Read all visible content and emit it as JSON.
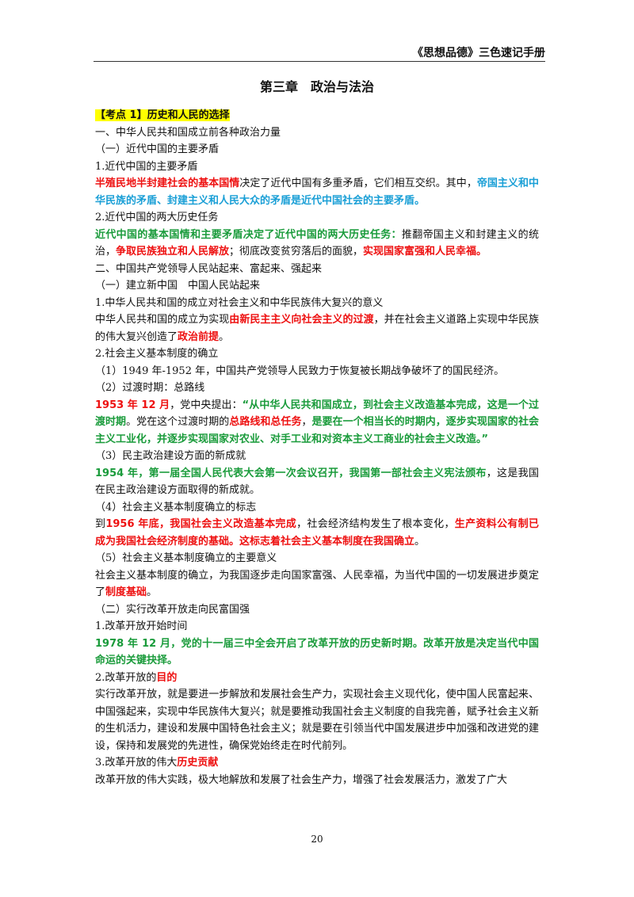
{
  "header": {
    "title": "《思想品德》三色速记手册"
  },
  "chapter_title": "第三章　政治与法治",
  "colors": {
    "red": "#ee1111",
    "green": "#1a9b3b",
    "cyan": "#1a9fd6",
    "highlight": "#ffff00"
  },
  "lines": [
    [
      {
        "t": "【考点 1】历史和人民的选择",
        "s": "b hl"
      }
    ],
    [
      {
        "t": "一、中华人民共和国成立前各种政治力量",
        "s": ""
      }
    ],
    [
      {
        "t": "（一）近代中国的主要矛盾",
        "s": ""
      }
    ],
    [
      {
        "t": "1.近代中国的主要矛盾",
        "s": ""
      }
    ],
    [
      {
        "t": "半殖民地半封建社会的基本国情",
        "s": "r"
      },
      {
        "t": "决定了近代中国有多重矛盾，它们相互交织。其中，",
        "s": ""
      },
      {
        "t": "帝国主义和中华民族的矛盾、封建主义和人民大众的矛盾是近代中国社会的主要矛盾。",
        "s": "c"
      }
    ],
    [
      {
        "t": "2.近代中国的两大历史任务",
        "s": ""
      }
    ],
    [
      {
        "t": "近代中国的基本国情和主要矛盾决定了近代中国的两大历史任务：",
        "s": "g"
      },
      {
        "t": "推翻帝国主义和封建主义的统治，",
        "s": ""
      },
      {
        "t": "争取民族独立和人民解放",
        "s": "r"
      },
      {
        "t": "；彻底改变贫穷落后的面貌，",
        "s": ""
      },
      {
        "t": "实现国家富强和人民幸福。",
        "s": "r"
      }
    ],
    [
      {
        "t": "二、中国共产党领导人民站起来、富起来、强起来",
        "s": ""
      }
    ],
    [
      {
        "t": "（一）建立新中国　中国人民站起来",
        "s": ""
      }
    ],
    [
      {
        "t": "1.中华人民共和国的成立对社会主义和中华民族伟大复兴的意义",
        "s": ""
      }
    ],
    [
      {
        "t": "中华人民共和国的成立为实现",
        "s": ""
      },
      {
        "t": "由新民主主义向社会主义的过渡",
        "s": "r"
      },
      {
        "t": "，并在社会主义道路上实现中华民族的伟大复兴创造了",
        "s": ""
      },
      {
        "t": "政治前提",
        "s": "r"
      },
      {
        "t": "。",
        "s": ""
      }
    ],
    [
      {
        "t": "2.社会主义基本制度的确立",
        "s": ""
      }
    ],
    [
      {
        "t": "（1）1949 年-1952 年，中国共产党领导人民致力于恢复被长期战争破坏了的国民经济。",
        "s": ""
      }
    ],
    [
      {
        "t": "（2）过渡时期：总路线",
        "s": ""
      }
    ],
    [
      {
        "t": "1953 年 12 月",
        "s": "r"
      },
      {
        "t": "，党中央提出：",
        "s": ""
      },
      {
        "t": "“从中华人民共和国成立，到社会主义改造基本完成，这是一个过渡时期",
        "s": "g"
      },
      {
        "t": "。党在这个过渡时期的",
        "s": ""
      },
      {
        "t": "总路线和总任务",
        "s": "r"
      },
      {
        "t": "，",
        "s": ""
      },
      {
        "t": "是要在一个相当长的时期内，逐步实现国家的社会主义工业化，并逐步实现国家对农业、对手工业和对资本主义工商业的社会主义改造。”",
        "s": "g"
      }
    ],
    [
      {
        "t": "（3）民主政治建设方面的新成就",
        "s": ""
      }
    ],
    [
      {
        "t": "1954 年，第一届全国人民代表大会第一次会议召开，我国第一部社会主义宪法颁布",
        "s": "g"
      },
      {
        "t": "，这是我国在民主政治建设方面取得的新成就。",
        "s": ""
      }
    ],
    [
      {
        "t": "（4）社会主义基本制度确立的标志",
        "s": ""
      }
    ],
    [
      {
        "t": "到",
        "s": ""
      },
      {
        "t": "1956 年底，我国社会主义改造基本完成",
        "s": "r"
      },
      {
        "t": "，社会经济结构发生了根本变化，",
        "s": ""
      },
      {
        "t": "生产资料公有制已成为我国社会经济制度的基础。这标志着社会主义基本制度在我国确立",
        "s": "r"
      },
      {
        "t": "。",
        "s": ""
      }
    ],
    [
      {
        "t": "（5）社会主义基本制度确立的主要意义",
        "s": ""
      }
    ],
    [
      {
        "t": "社会主义基本制度的确立，为我国逐步走向国家富强、人民幸福，为当代中国的一切发展进步奠定了",
        "s": ""
      },
      {
        "t": "制度基础",
        "s": "r"
      },
      {
        "t": "。",
        "s": ""
      }
    ],
    [
      {
        "t": "（二）实行改革开放走向民富国强",
        "s": ""
      }
    ],
    [
      {
        "t": "1.改革开放开始时间",
        "s": ""
      }
    ],
    [
      {
        "t": "1978 年 12 月，党的十一届三中全会开启了改革开放的历史新时期。改革开放是决定当代中国命运的关键抉择。",
        "s": "g"
      }
    ],
    [
      {
        "t": "2.改革开放的",
        "s": ""
      },
      {
        "t": "目的",
        "s": "r"
      }
    ],
    [
      {
        "t": "实行改革开放，就是要进一步解放和发展社会生产力，实现社会主义现代化，使中国人民富起来、中国强起来，实现中华民族伟大复兴；就是要推动我国社会主义制度的自我完善，赋予社会主义新的生机活力，建设和发展中国特色社会主义；就是要在引领当代中国发展进步中加强和改进党的建设，保持和发展党的先进性，确保党始终走在时代前列。",
        "s": ""
      }
    ],
    [
      {
        "t": "3.改革开放的伟大",
        "s": ""
      },
      {
        "t": "历史贡献",
        "s": "r"
      }
    ],
    [
      {
        "t": "改革开放的伟大实践，极大地解放和发展了社会生产力，增强了社会发展活力，激发了广大",
        "s": ""
      }
    ]
  ],
  "page_number": "20"
}
